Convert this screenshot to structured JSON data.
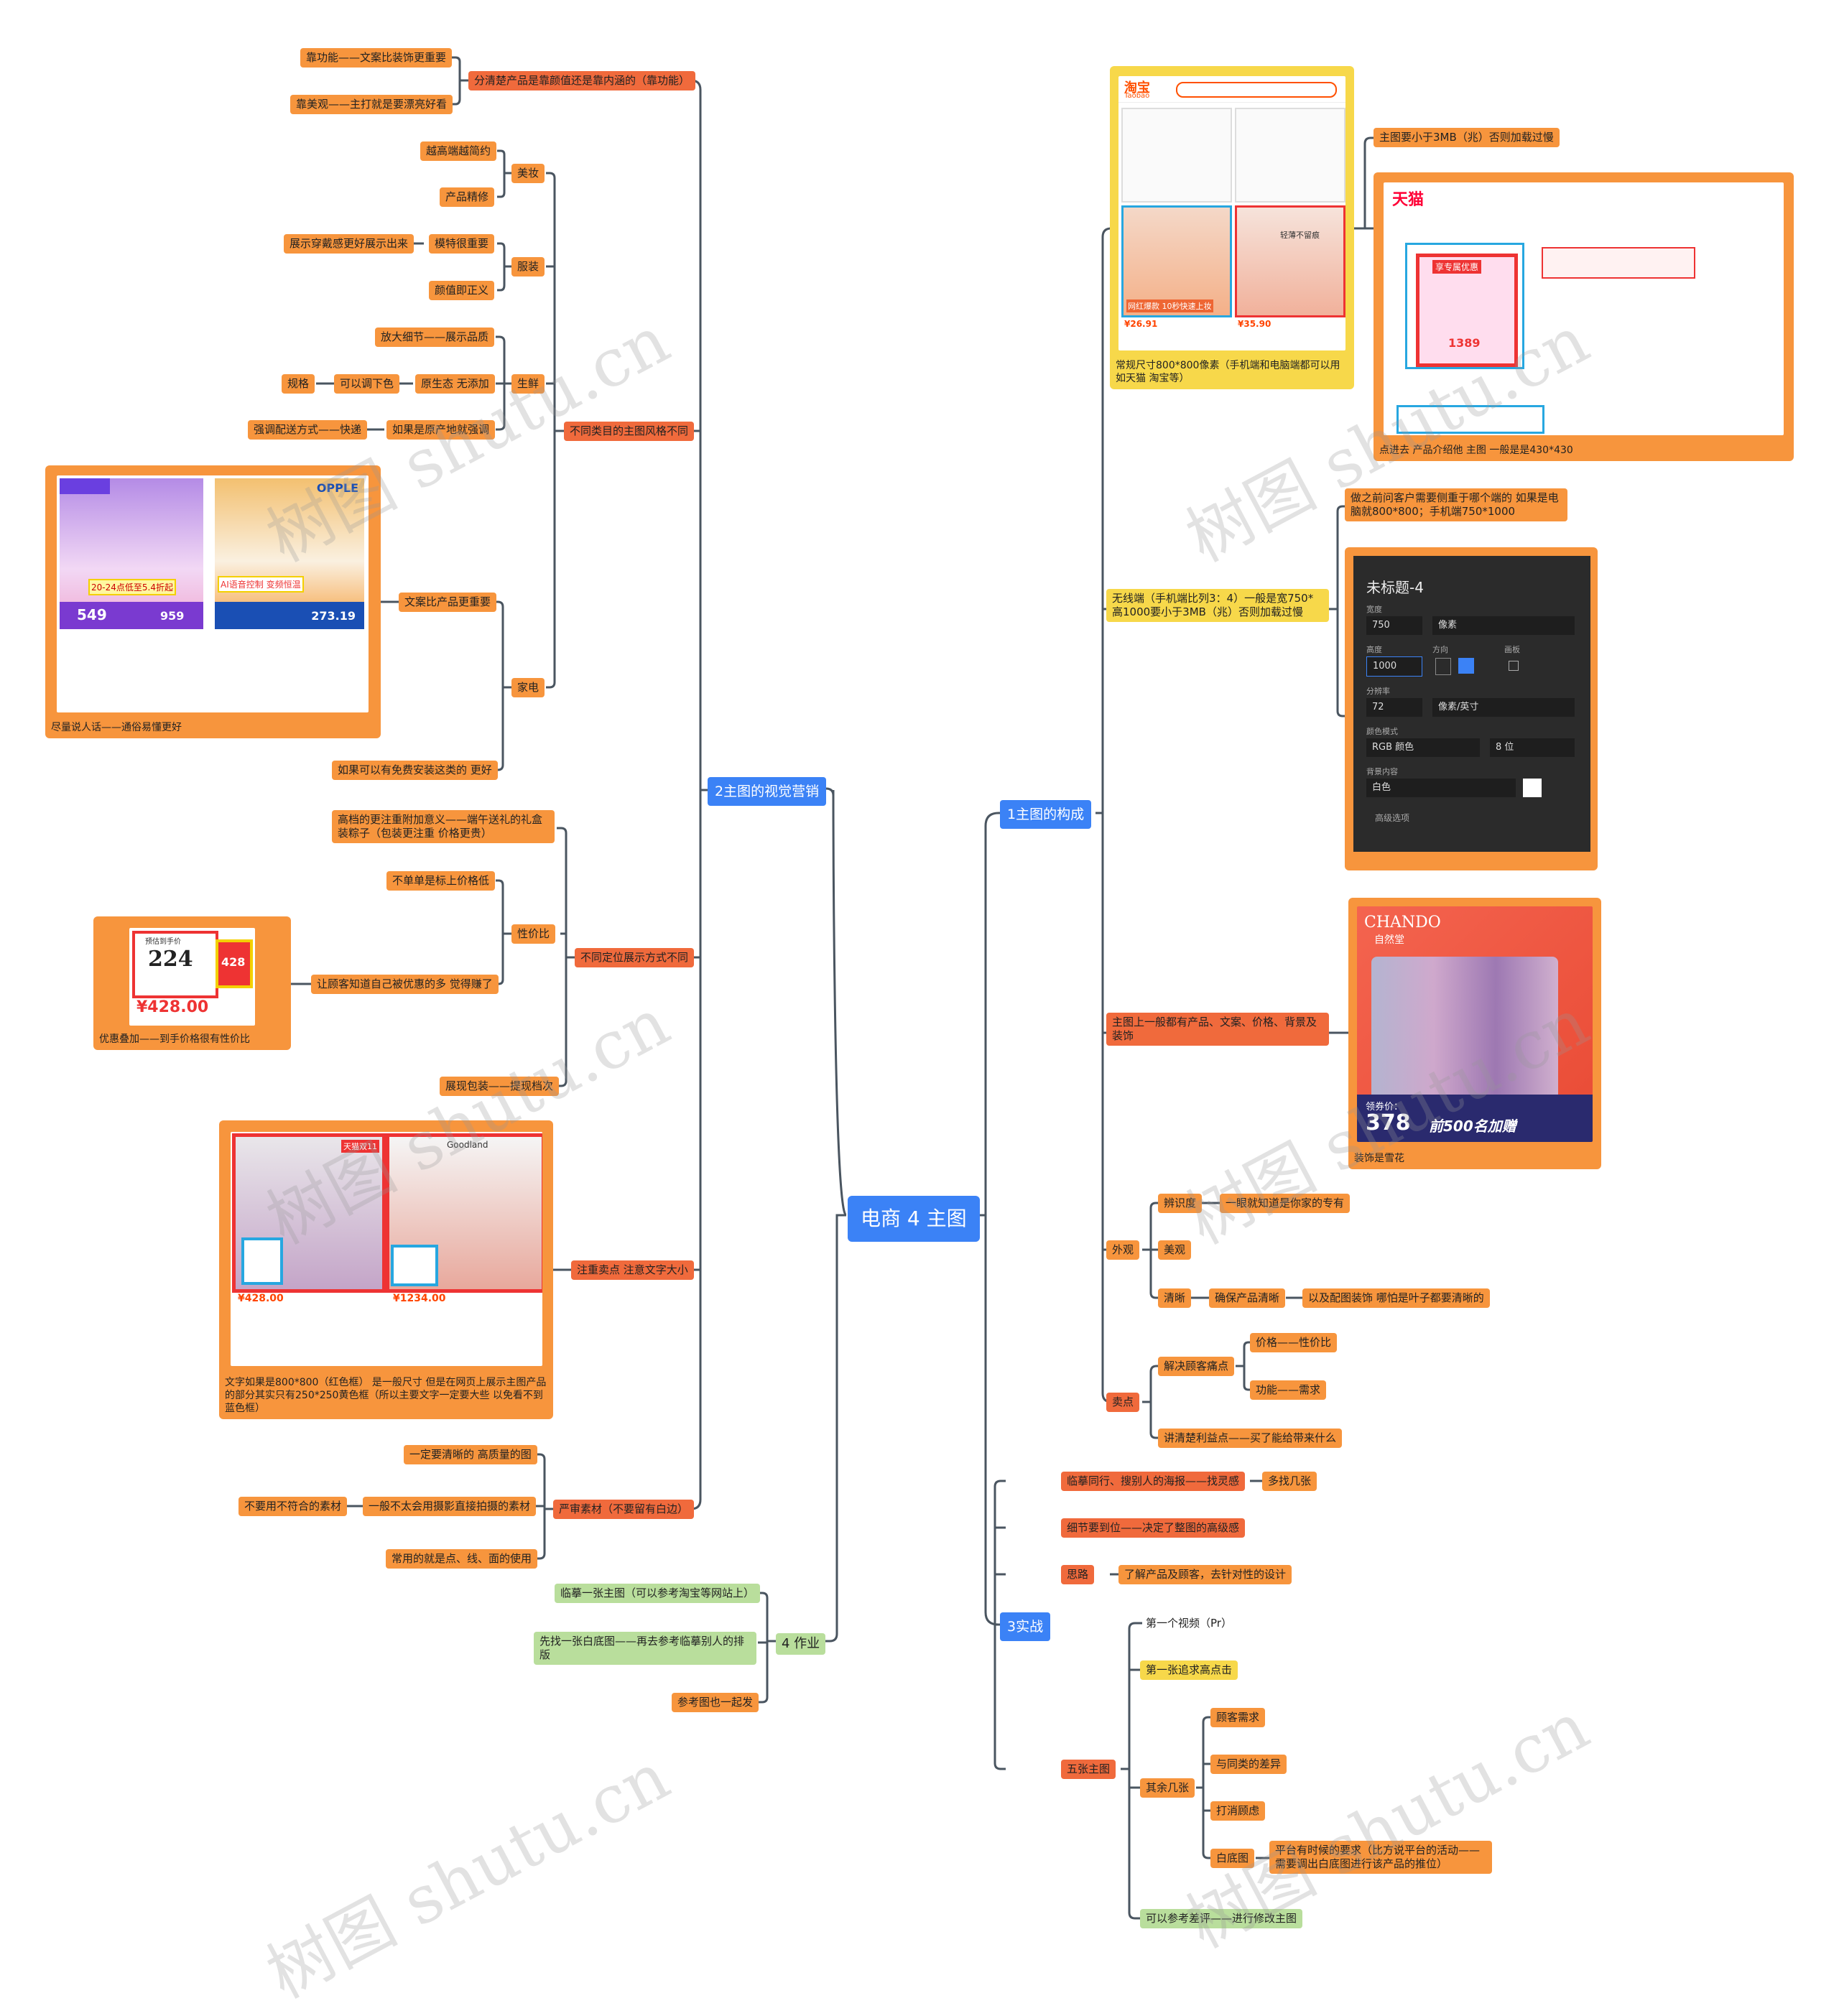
{
  "root": "电商 4 主图",
  "branch1": {
    "title": "1主图的构成",
    "normal_size": "常规尺寸800*800像素（手机端和电脑端都可以用 如天猫 淘宝等）",
    "size_limit": "主图要小于3MB（兆）否则加载过慢",
    "intro_size": "点进去 产品介绍他 主图 一般是是430*430",
    "wireless": "无线端（手机端比列3：4）一般是宽750*高1000要小于3MB（兆）否则加载过慢",
    "ask_client": "做之前问客户需要侧重于哪个端的 如果是电脑就800*800；手机端750*1000",
    "contains": "主图上一般都有产品、文案、价格、背景及装饰",
    "decor": "装饰是雪花",
    "appearance": "外观",
    "recognize": "辨识度",
    "recognize_detail": "一眼就知道是你家的专有",
    "beauty": "美观",
    "clear": "清晰",
    "clear_a": "确保产品清晰",
    "clear_b": "以及配图装饰 哪怕是叶子都要清晰的",
    "selling": "卖点",
    "pain": "解决顾客痛点",
    "price_perf": "价格——性价比",
    "function_need": "功能——需求",
    "benefit": "讲清楚利益点——买了能给带来什么"
  },
  "branch2": {
    "title": "2主图的视觉营销",
    "func_or_look": "分清楚产品是靠颜值还是靠内涵的（靠功能）",
    "by_function": "靠功能——文案比装饰更重要",
    "by_look": "靠美观——主打就是要漂亮好看",
    "by_category": "不同类目的主图风格不同",
    "makeup": "美妆",
    "higher_simpler": "越高端越简约",
    "refined": "产品精修",
    "clothing": "服装",
    "model_important": "模特很重要",
    "wear_effect": "展示穿戴感更好展示出来",
    "looks_justice": "颜值即正义",
    "fresh": "生鲜",
    "zoom_detail": "放大细节——展示品质",
    "original": "原生态 无添加",
    "tone": "可以调下色",
    "spec": "规格",
    "origin_emph": "如果是原产地就强调",
    "delivery": "强调配送方式——快递",
    "appliance": "家电",
    "copy_important": "文案比产品更重要",
    "plain_words": "尽量说人话——通俗易懂更好",
    "free_install": "如果可以有免费安装这类的 更好",
    "by_position": "不同定位展示方式不同",
    "premium": "高档的更注重附加意义——端午送礼的礼盒装粽子（包装更注重 价格更贵）",
    "cost_perf": "性价比",
    "not_only_price": "不单单是标上价格低",
    "let_know": "让顾客知道自己被优惠的多 觉得赚了",
    "stack": "优惠叠加——到手价格很有性价比",
    "packaging": "展现包装——提现档次",
    "selling_size": "注重卖点 注意文字大小",
    "text_note": "文字如果是800*800（红色框） 是一般尺寸 但是在网页上展示主图产品的部分其实只有250*250黄色框（所以主要文字一定要大些 以免看不到 蓝色框）",
    "material": "严审素材（不要留有白边）",
    "clear_img": "一定要清晰的 高质量的图",
    "no_ps": "一般不太会用摄影直接拍摄的素材",
    "unfit": "不要用不符合的素材",
    "shapes": "常用的就是点、线、面的使用"
  },
  "branch3": {
    "title": "3实战",
    "peer": "临摹同行、搜别人的海报——找灵感",
    "more": "多找几张",
    "detail": "细节要到位——决定了整图的高级感",
    "idea": "思路",
    "idea_detail": "了解产品及顾客，去针对性的设计",
    "five": "五张主图",
    "video": "第一个视频（Pr）",
    "first": "第一张追求高点击",
    "rest": "其余几张",
    "needs": "顾客需求",
    "diff": "与同类的差异",
    "doubt": "打消顾虑",
    "white": "白底图",
    "white_detail": "平台有时候的要求（比方说平台的活动——需要调出白底图进行该产品的推位）",
    "reviews": "可以参考差评——进行修改主图"
  },
  "branch4": {
    "title": "4 作业",
    "copy_one": "临摹一张主图（可以参考淘宝等网站上）",
    "white_first": "先找一张白底图——再去参考临摹别人的排版",
    "ref": "参考图也一起发"
  },
  "screens": {
    "taobao_logo": "淘宝",
    "taobao_sub": "Taobao",
    "taobao_price_a": "¥26.91",
    "taobao_price_b": "¥35.90",
    "taobao_tag_a": "网红爆款 10秒快速上妆",
    "taobao_tag_b": "轻薄不留痕",
    "tmall_logo": "天猫",
    "tmall_banner": "享专属优惠",
    "tmall_price": "1389",
    "ps_title": "未标题-4",
    "ps_width_label": "宽度",
    "ps_width": "750",
    "ps_unit": "像素",
    "ps_height_label": "高度",
    "ps_height": "1000",
    "ps_orient": "方向",
    "ps_board": "画板",
    "ps_res_label": "分辨率",
    "ps_res": "72",
    "ps_res_unit": "像素/英寸",
    "ps_mode_label": "颜色模式",
    "ps_mode": "RGB 颜色",
    "ps_bits": "8 位",
    "ps_bg_label": "背景内容",
    "ps_bg": "白色",
    "ps_adv": "高级选项",
    "chando_brand": "CHANDO",
    "chando_cn": "自然堂",
    "chando_coupon": "领券价：",
    "chando_price": "378",
    "chando_gift": "前500名加赠",
    "appl_price_a": "549",
    "appl_price_b": "959",
    "appl_price_c": "273.19",
    "appl_tag_a": "20-24点低至5.4折起",
    "appl_tag_b": "AI语音控制 变频恒温",
    "appl_brand": "OPPLE",
    "pre_label": "预估到手价",
    "pre_price": "224",
    "pre_price_b": "428",
    "pre_main": "¥428.00",
    "cloth_brand": "Goodland",
    "cloth_price_a": "¥428.00",
    "cloth_price_b": "¥1234.00",
    "cloth_tag": "天猫双11"
  },
  "watermark": "树图 shutu.cn",
  "colors": {
    "orange": "#f7953d",
    "red": "#f06a3c",
    "yellow": "#f7d84a",
    "green": "#b9de9c",
    "blue": "#3b82f6",
    "line": "#4a5560"
  }
}
